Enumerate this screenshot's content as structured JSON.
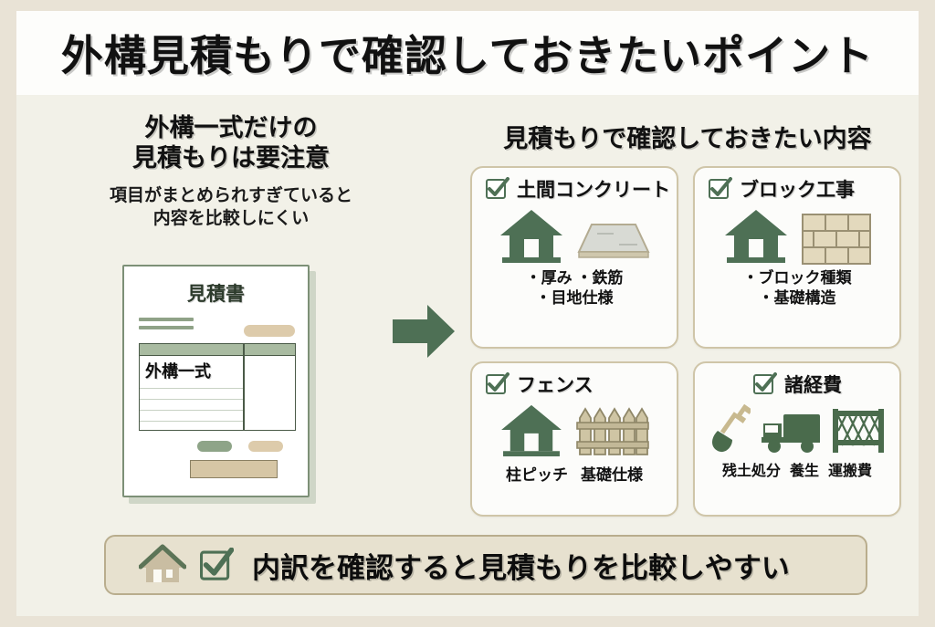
{
  "title": "外構見積もりで確認しておきたいポイント",
  "left": {
    "heading_line1": "外構一式だけの",
    "heading_line2": "見積もりは要注意",
    "sub_line1": "項目がまとめられすぎていると",
    "sub_line2": "内容を比較しにくい",
    "document": {
      "title": "見積書",
      "item_label": "外構一式"
    }
  },
  "arrow": {
    "icon": "arrow-right-icon",
    "color": "#4e7055"
  },
  "right": {
    "heading": "見積もりで確認しておきたい内容",
    "cards": [
      {
        "title": "土間コンクリート",
        "checkbox": "checked-checkbox-icon",
        "icons": [
          "house-icon",
          "concrete-slab-icon"
        ],
        "bullets_line1": "・厚み ・鉄筋",
        "bullets_line2": "・目地仕様"
      },
      {
        "title": "ブロック工事",
        "checkbox": "checked-checkbox-icon",
        "icons": [
          "house-icon",
          "brick-wall-icon"
        ],
        "bullets_line1": "・ブロック種類",
        "bullets_line2": "・基礎構造"
      },
      {
        "title": "フェンス",
        "checkbox": "checked-checkbox-icon",
        "icons": [
          "house-icon",
          "picket-fence-icon"
        ],
        "labels": [
          "柱ピッチ",
          "基礎仕様"
        ]
      },
      {
        "title": "諸経費",
        "checkbox": "checked-checkbox-icon",
        "icons": [
          "shovel-icon",
          "truck-icon",
          "mesh-fence-icon"
        ],
        "labels": [
          "残土処分",
          "養生",
          "運搬費"
        ]
      }
    ]
  },
  "banner": {
    "house_icon": "house-outline-icon",
    "check_icon": "checked-checkbox-icon",
    "text": "内訳を確認すると見積もりを比較しやすい"
  },
  "colors": {
    "page_border": "#e9e3d6",
    "title_band": "#fdfdfb",
    "body_panel": "#f2f1e8",
    "green": "#4e7055",
    "green_light": "#8ea488",
    "tan": "#d6c6a5",
    "card_border": "#cfc5a8",
    "banner_bg": "#e7e1cf"
  }
}
